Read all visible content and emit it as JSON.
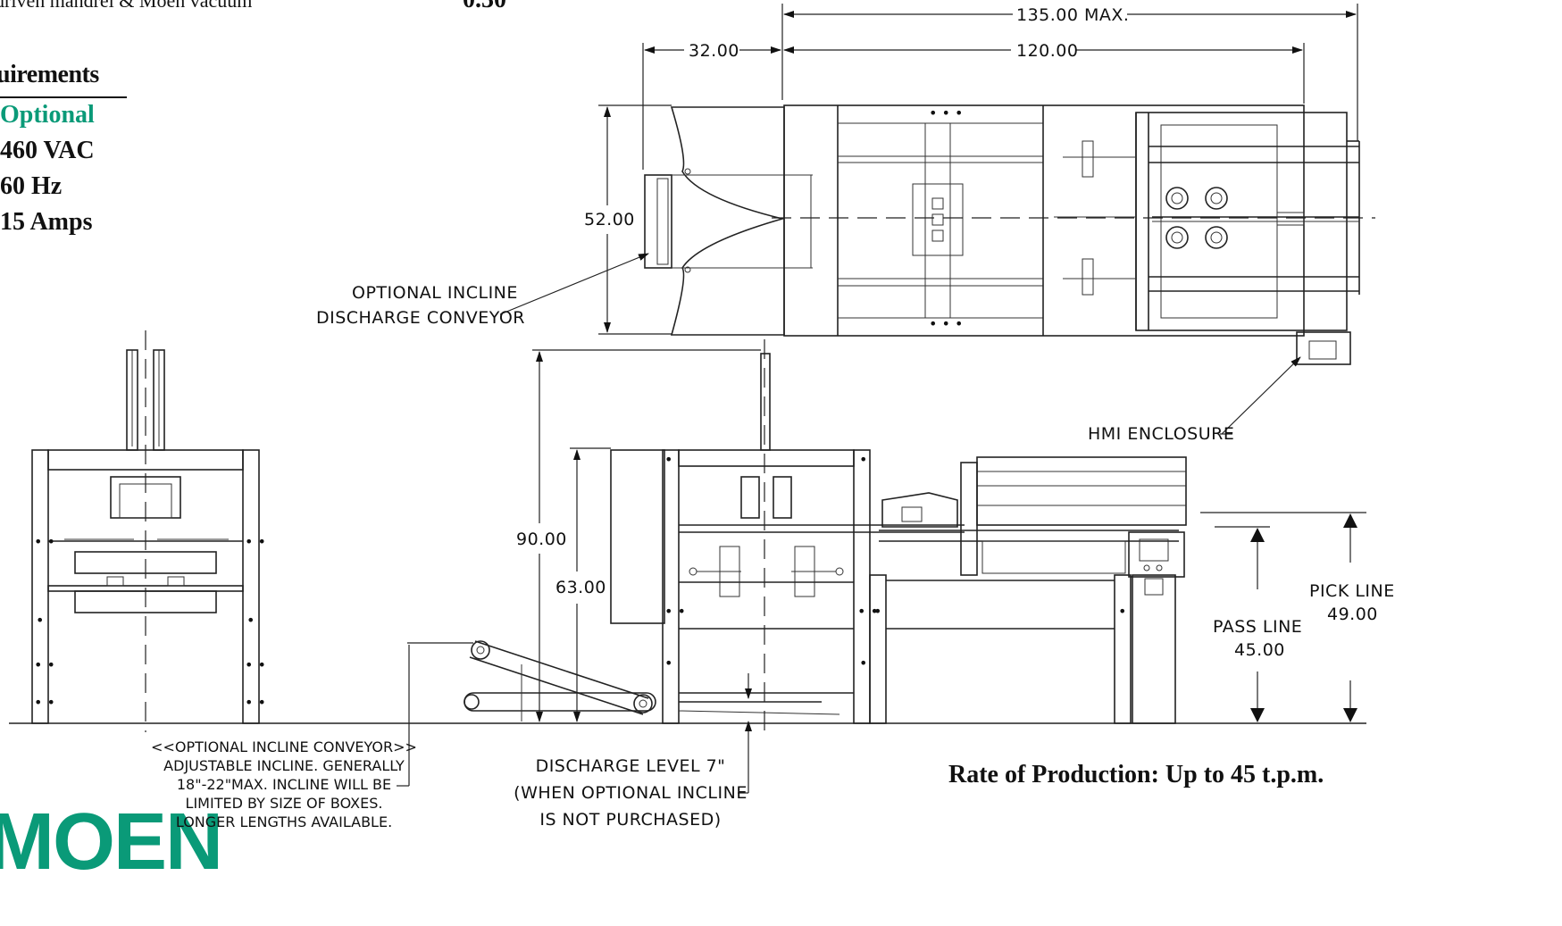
{
  "header": {
    "top_text": "driven mandrel & Moen vacuum",
    "top_value": "0.30"
  },
  "requirements": {
    "title": "uirements",
    "items": [
      {
        "text": "Optional",
        "color": "#0a9a78"
      },
      {
        "text": "460 VAC",
        "color": "#111111"
      },
      {
        "text": "60 Hz",
        "color": "#111111"
      },
      {
        "text": "15 Amps",
        "color": "#111111"
      }
    ]
  },
  "dimensions": {
    "overall_width": "135.00 MAX.",
    "length": "120.00",
    "discharge_length": "32.00",
    "width": "52.00",
    "height": "90.00",
    "frame_height": "63.00"
  },
  "labels": {
    "incline_discharge_line1": "OPTIONAL INCLINE",
    "incline_discharge_line2": "DISCHARGE CONVEYOR",
    "hmi": "HMI ENCLOSURE",
    "pick_line_1": "PICK LINE",
    "pick_line_2": "49.00",
    "pass_line_1": "PASS LINE",
    "pass_line_2": "45.00",
    "incline_note": [
      "<<OPTIONAL INCLINE CONVEYOR>>",
      "ADJUSTABLE INCLINE. GENERALLY",
      "18\"-22\"MAX. INCLINE WILL BE",
      "LIMITED BY SIZE OF  BOXES.",
      "LONGER LENGTHS AVAILABLE."
    ],
    "discharge_note": [
      "DISCHARGE LEVEL 7\"",
      "(WHEN OPTIONAL INCLINE",
      "IS NOT PURCHASED)"
    ]
  },
  "footer": {
    "rate": "Rate of Production:  Up to 45 t.p.m.",
    "logo": "MOEN",
    "logo_color": "#0a9a78"
  }
}
